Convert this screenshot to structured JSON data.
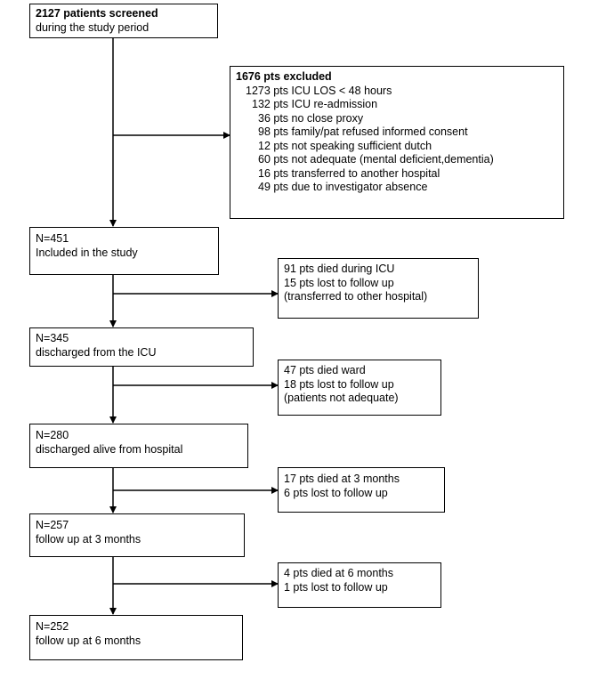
{
  "colors": {
    "stroke": "#000000",
    "background": "#ffffff"
  },
  "flowchart": {
    "screened": {
      "title": "2127 patients screened",
      "subtitle": "during the study period"
    },
    "excluded": {
      "title": "1676 pts excluded",
      "reasons": [
        "1273 pts ICU LOS < 48 hours",
        "132 pts ICU re-admission",
        "36 pts  no close proxy",
        "98 pts family/pat refused informed consent",
        "12 pts not speaking sufficient dutch",
        "60 pts not adequate (mental deficient,dementia)",
        "16 pts transferred to another hospital",
        "49 pts due to investigator absence"
      ]
    },
    "included": {
      "n": "N=451",
      "label": "Included in the study"
    },
    "icu_losses": {
      "lines": [
        "91 pts died during ICU",
        "15 pts lost to follow up",
        "(transferred to other hospital)"
      ]
    },
    "icu_discharge": {
      "n": "N=345",
      "label": "discharged from the ICU"
    },
    "ward_losses": {
      "lines": [
        "47 pts died ward",
        "18 pts lost to follow up",
        "(patients not adequate)"
      ]
    },
    "hospital_discharge": {
      "n": "N=280",
      "label": "discharged alive from hospital"
    },
    "three_month_losses": {
      "lines": [
        "17 pts died at 3 months",
        "6 pts lost to follow up"
      ]
    },
    "three_month": {
      "n": "N=257",
      "label": "follow up at 3 months"
    },
    "six_month_losses": {
      "lines": [
        "4 pts died at 6 months",
        "1 pts lost to follow up"
      ]
    },
    "six_month": {
      "n": "N=252",
      "label": "follow up at 6 months"
    }
  }
}
